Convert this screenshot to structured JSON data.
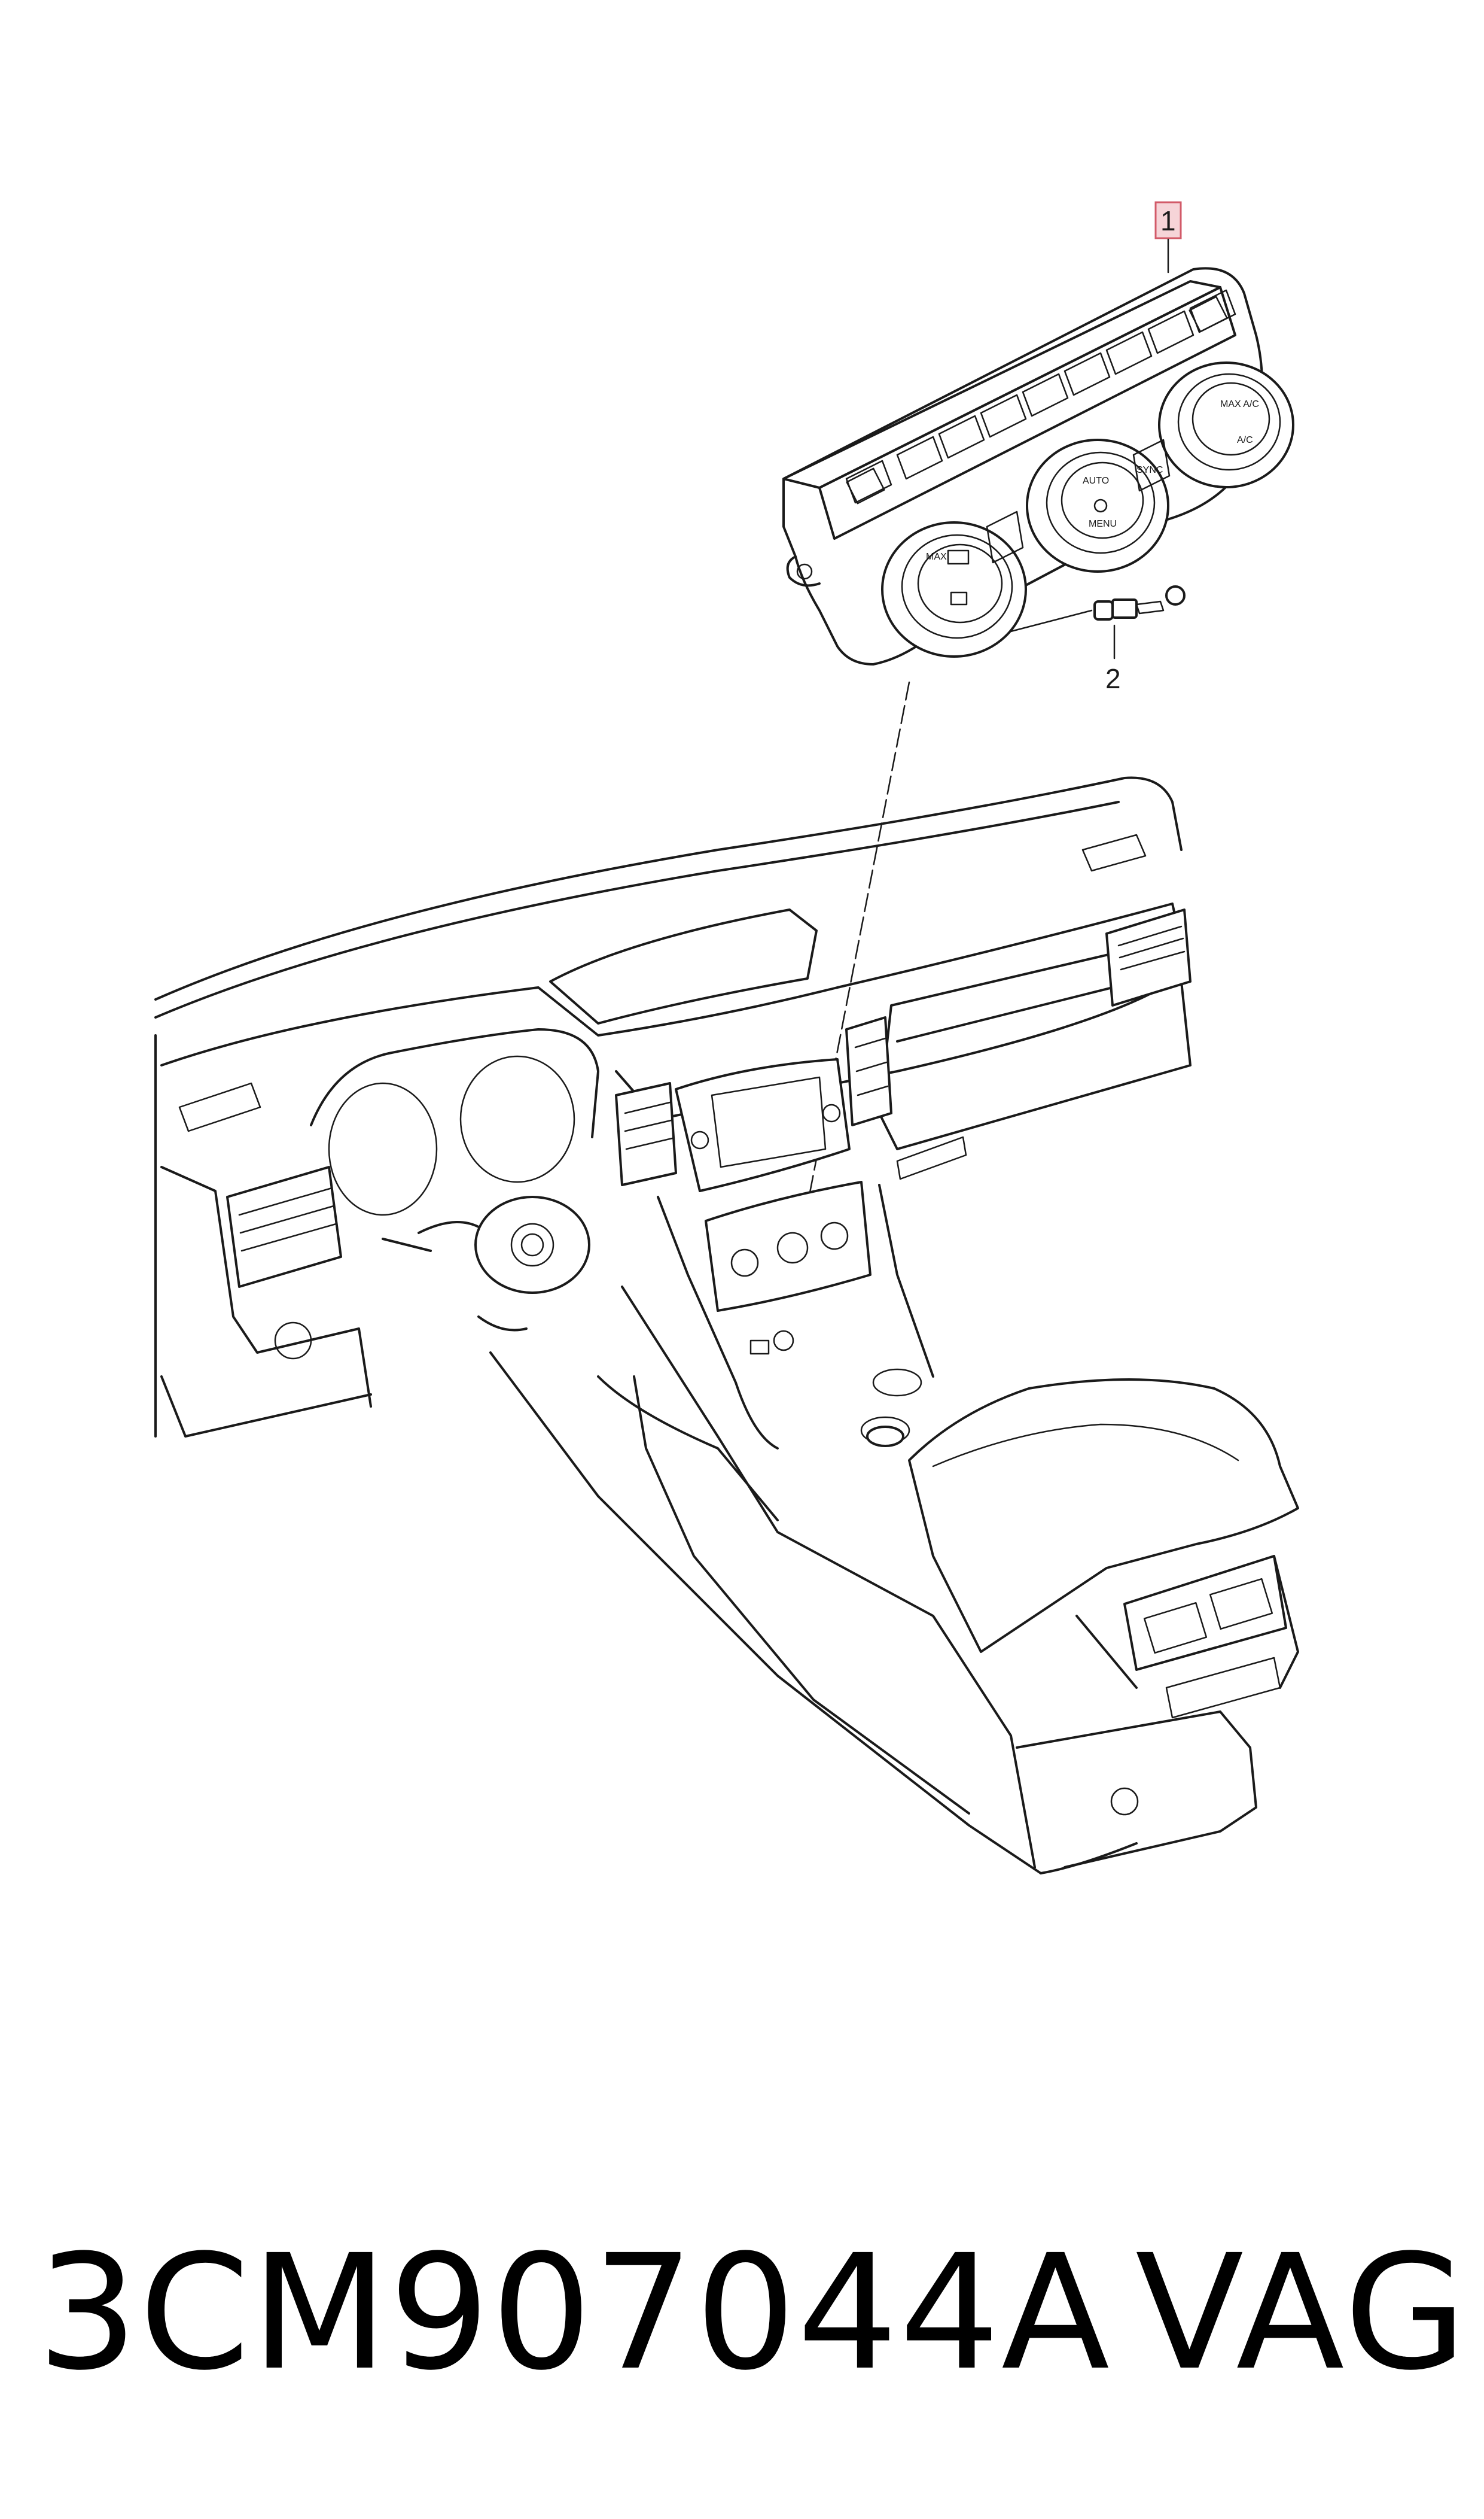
{
  "callouts": [
    {
      "label": "1"
    },
    {
      "label": "2"
    }
  ],
  "panel": {
    "auto_label": "AUTO",
    "menu_label": "MENU",
    "sync_label": "SYNC",
    "ac_label": "A/C",
    "max_ac_label": "MAX A/C",
    "max_label": "MAX"
  },
  "footer": {
    "part_number": "3CM907044A",
    "brand": "VAG"
  },
  "colors": {
    "callout_highlight": "#f6d4d8",
    "callout_border": "#d25a68"
  }
}
